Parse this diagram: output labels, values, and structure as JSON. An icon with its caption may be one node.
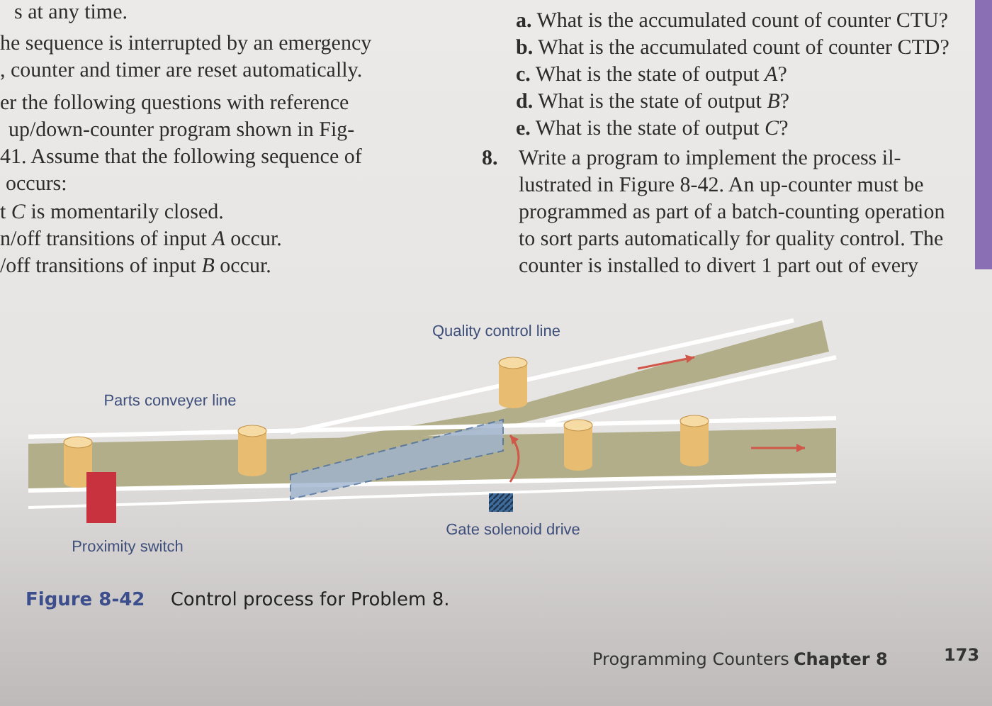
{
  "diagram": {
    "caption": "**Figure 8-42** Control process for Problem 8.",
    "labels": [
      "s at any time.",
      "he sequence is interrupted by an emergency",
      ", counter and timer are reset automatically.",
      "er the following questions with reference",
      "up/down-counter program shown in Fig-",
      "41. Assume that the following sequence of",
      "occurs:",
      "t *C* is momentarily closed.",
      "n/off transitions of input *A* occur.",
      "/off transitions of input *B* occur.",
      "**a.** What is the accumulated count of counter CTU?",
      "**b.** What is the accumulated count of counter CTD?",
      "**c.** What is the state of output *A*?",
      "**d.** What is the state of output *B*?",
      "**e.** What is the state of output *C*?",
      "8.",
      "Write a program to implement the process il- lustrated in Figure 8-42. An up-counter must be programmed as part of a batch-counting operation to sort parts automatically for quality control. The counter is installed to divert 1 part out of every",
      "Quality control line",
      "Parts conveyer line",
      "Gate solenoid drive",
      "Proximity switch",
      "Programming Counters",
      "Chapter 8",
      "173"
    ]
  }
}
